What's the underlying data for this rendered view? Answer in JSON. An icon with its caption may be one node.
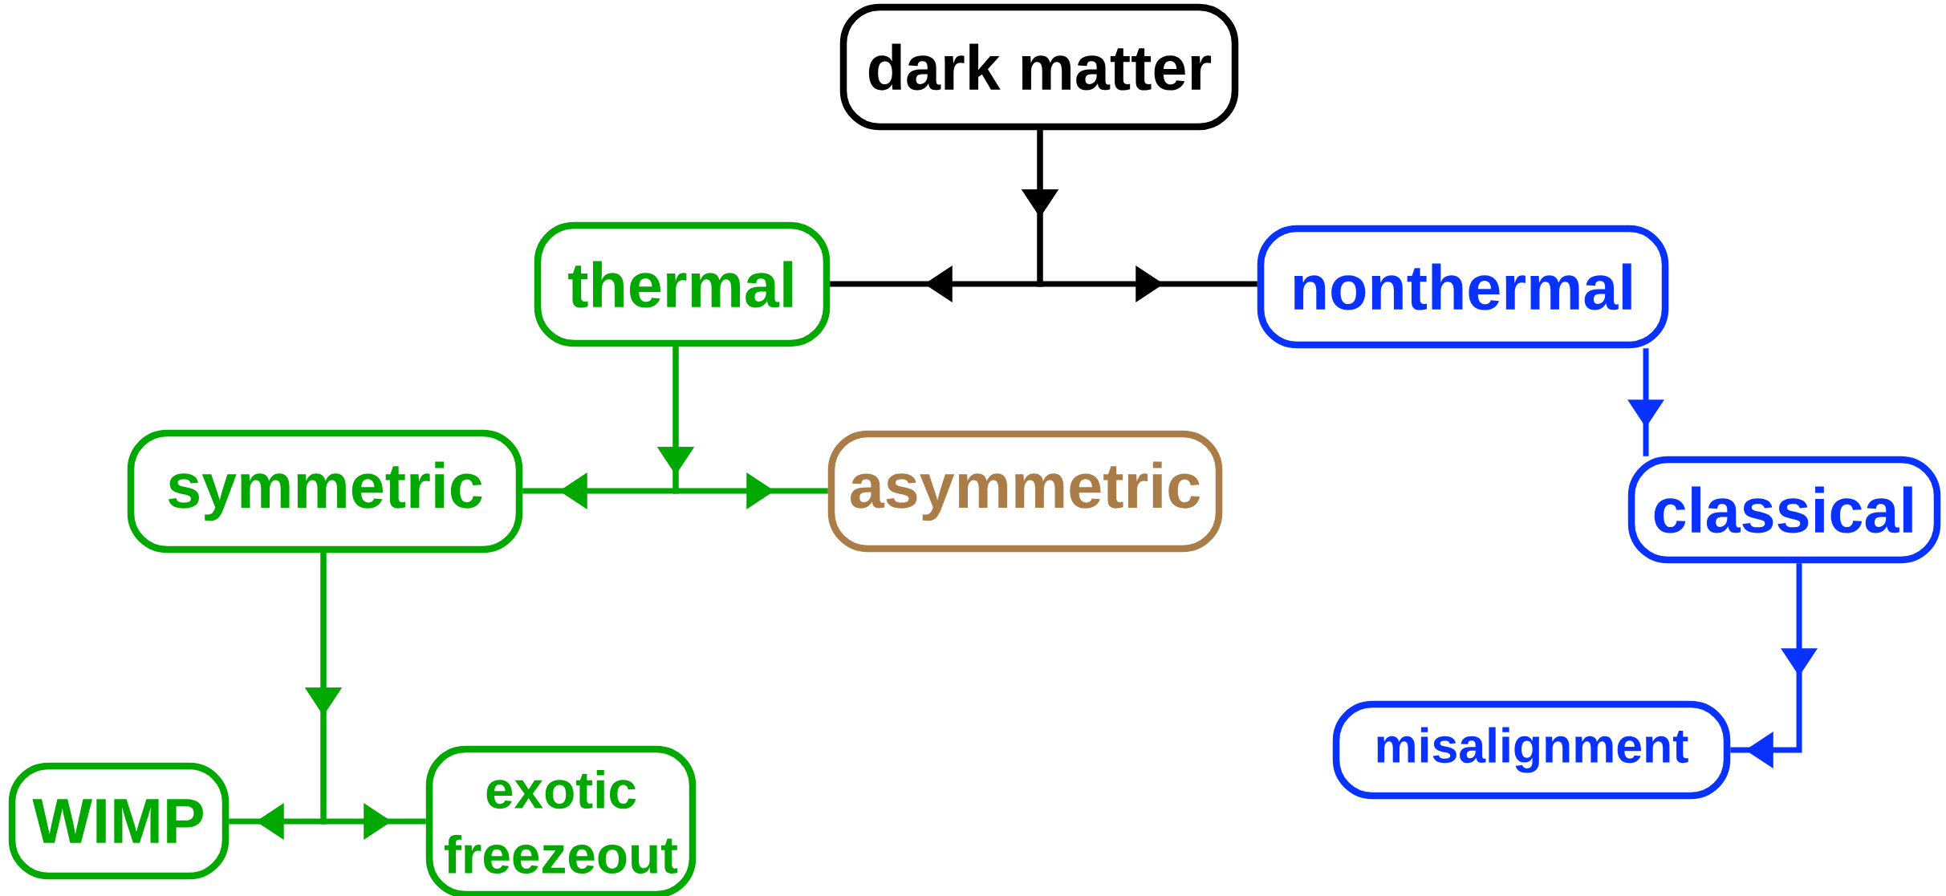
{
  "diagram": {
    "nodes": [
      {
        "text": [
          "dark matter"
        ]
      },
      {
        "text": [
          "thermal"
        ]
      },
      {
        "text": [
          "nonthermal"
        ]
      },
      {
        "text": [
          "symmetric"
        ]
      },
      {
        "text": [
          "asymmetric"
        ]
      },
      {
        "text": [
          "classical"
        ]
      },
      {
        "text": [
          "WIMP"
        ]
      },
      {
        "text": [
          "exotic freezeout"
        ]
      },
      {
        "text": [
          "misalignment"
        ]
      }
    ],
    "edges": [
      {
        "from": 0,
        "to": 1,
        "arrow": "to",
        "color": "#000000"
      },
      {
        "from": 0,
        "to": 2,
        "arrow": "to",
        "color": "#000000"
      },
      {
        "from": 1,
        "to": 3,
        "arrow": "to"
      },
      {
        "from": 1,
        "to": 4,
        "arrow": "to"
      },
      {
        "from": 3,
        "to": 6,
        "arrow": "to"
      },
      {
        "from": 3,
        "to": 7,
        "arrow": "to"
      },
      {
        "from": 2,
        "to": 5,
        "arrow": "to",
        "color": "#0a32ff"
      },
      {
        "from": 5,
        "to": 8,
        "arrow": "to",
        "color": "#0a32ff"
      }
    ]
  }
}
